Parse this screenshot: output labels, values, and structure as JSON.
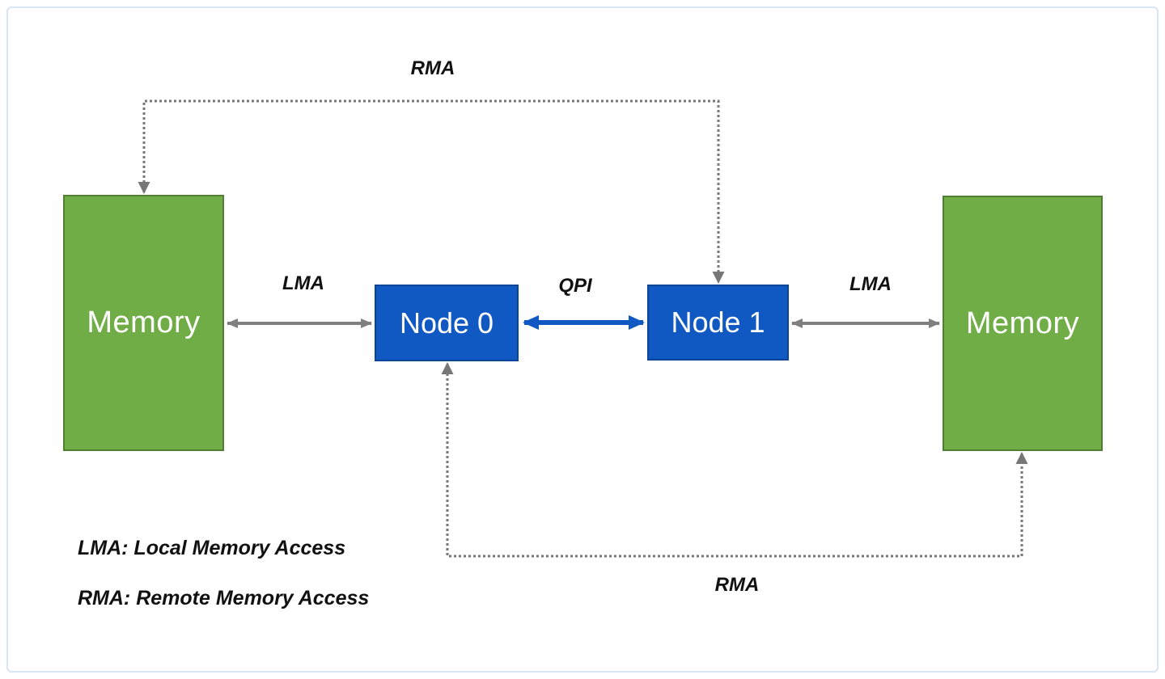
{
  "colors": {
    "memory_fill": "#70AD47",
    "memory_border": "#507E32",
    "node_fill": "#1159C2",
    "node_border": "#0A4695",
    "arrow_gray": "#7F7F7F",
    "arrow_dotted_gray": "#777777",
    "arrow_blue": "#1159C2",
    "frame_border": "#D9E5F3",
    "label_text": "#111111",
    "box_text": "#FFFFFF"
  },
  "boxes": {
    "memory_left": {
      "label": "Memory"
    },
    "node_0": {
      "label": "Node 0"
    },
    "node_1": {
      "label": "Node 1"
    },
    "memory_right": {
      "label": "Memory"
    }
  },
  "edge_labels": {
    "lma_left": "LMA",
    "qpi": "QPI",
    "lma_right": "LMA",
    "rma_top": "RMA",
    "rma_bottom": "RMA"
  },
  "legend": {
    "lma": "LMA: Local Memory Access",
    "rma": "RMA: Remote Memory Access"
  }
}
